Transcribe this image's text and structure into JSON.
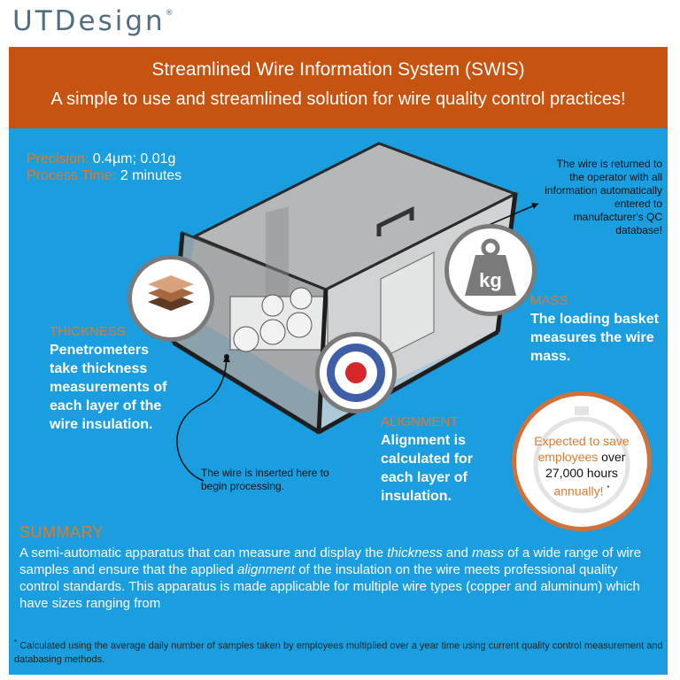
{
  "logo": "UTDesign",
  "logo_mark": "®",
  "banner": {
    "title": "Streamlined Wire Information System (SWIS)",
    "subtitle": "A simple to use and streamlined solution for wire quality control practices!"
  },
  "specs": {
    "precision_label": "Precision:",
    "precision_value": "0.4µm; 0.01g",
    "time_label": "Process Time:",
    "time_value": "2 minutes"
  },
  "callout_return": "The wire is returned to the operator with all information automatically entered to manufacturer's QC database!",
  "thickness": {
    "label": "THICKNESS",
    "text": "Penetrometers take thickness measurements of each layer of the wire insulation."
  },
  "mass": {
    "label": "MASS",
    "text": "The loading basket measures the wire mass.",
    "icon_text": "kg"
  },
  "alignment": {
    "label": "ALIGNMENT",
    "text": "Alignment is calculated for each layer of insulation."
  },
  "callout_insert": "The wire is inserted here to begin processing.",
  "savings": {
    "line1": "Expected to save",
    "line2a": "employees",
    "line2b": "over",
    "line3": "27,000 hours",
    "line4": "annually!",
    "mark": "*"
  },
  "summary": {
    "title": "SUMMARY",
    "p1": "A semi-automatic apparatus that can measure and display the ",
    "em1": "thickness",
    "p2": " and ",
    "em2": "mass",
    "p3": " of a wide range of wire samples and ensure that the applied ",
    "em3": "alignment",
    "p4": " of the insulation on the wire meets professional quality control standards. This apparatus is made applicable for multiple wire types (copper and aluminum) which have sizes ranging from"
  },
  "footnote": {
    "mark": "*",
    "text": "Calculated using the average daily number of samples taken by employees multiplied over a year time using current quality control measurement and databasing methods."
  },
  "colors": {
    "banner": "#c65410",
    "panel": "#1a9ee0",
    "accent_orange": "#e07b2e"
  }
}
